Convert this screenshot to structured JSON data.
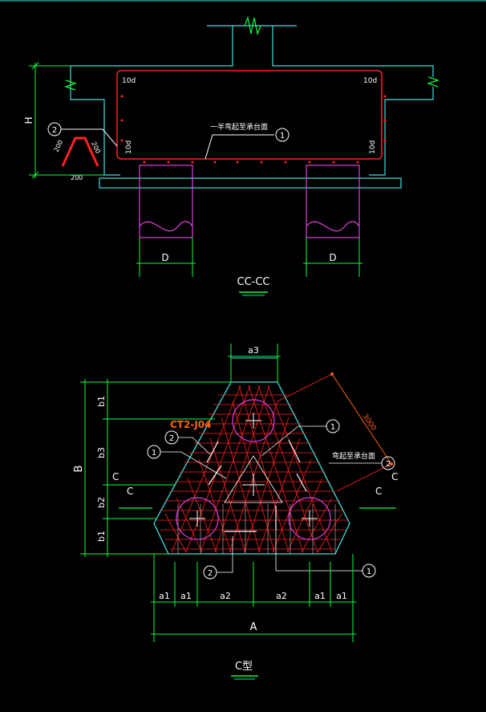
{
  "colors": {
    "background": "#000000",
    "cyan": "#40e0e0",
    "green": "#00ff40",
    "red": "#ff2020",
    "magenta": "#e040e0",
    "white": "#ffffff",
    "orange": "#ff6010"
  },
  "section": {
    "label_top_left": "10d",
    "label_top_right": "10d",
    "label_bottom_left": "10d",
    "label_bottom_right": "10d",
    "note": "一半弯起至承台面",
    "callout_1": "1",
    "callout_2": "2",
    "height_label": "H",
    "dim_200_a": "200",
    "dim_200_b": "200",
    "dim_200_c": "200",
    "pile_dim_left": "D",
    "pile_dim_right": "D",
    "title": "CC-CC"
  },
  "plan": {
    "top_dim": "a3",
    "dim_3000": "3000",
    "tag": "CT2-J04",
    "callout_1_a": "1",
    "callout_1_b": "1",
    "callout_1_c": "1",
    "callout_2_a": "2",
    "callout_2_b": "2",
    "callout_2_c": "2",
    "bend_note": "弯起至承台面",
    "left_total": "B",
    "left_b1_top": "b1",
    "left_b3": "b3",
    "left_b2": "b2",
    "left_b1_bot": "b1",
    "cut_left_a": "C",
    "cut_left_b": "C",
    "cut_right_a": "C",
    "cut_right_b": "C",
    "bottom_dims": [
      "a1",
      "a1",
      "a2",
      "a2",
      "a1",
      "a1"
    ],
    "bottom_total": "A",
    "title": "C型"
  }
}
